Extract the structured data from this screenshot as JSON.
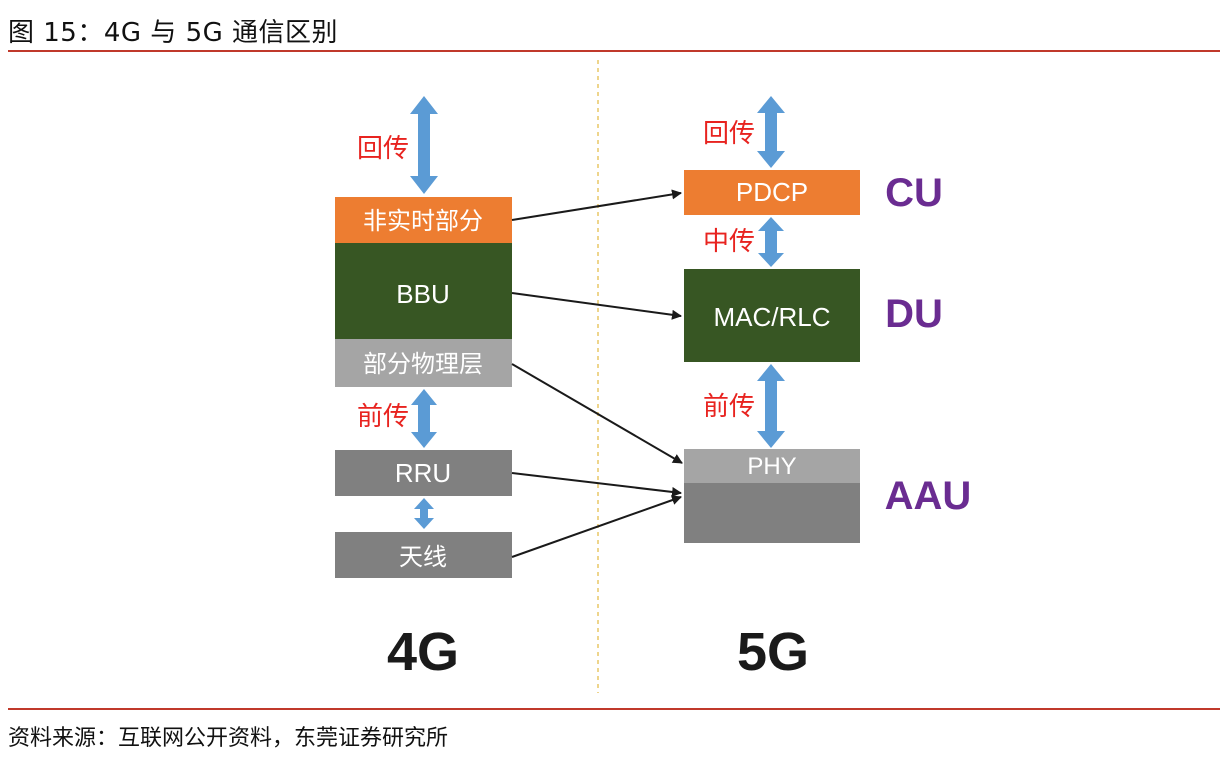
{
  "header": {
    "title": "图 15：4G 与 5G 通信区别"
  },
  "footer": {
    "source": "资料来源：互联网公开资料，东莞证券研究所"
  },
  "colors": {
    "orange": "#ed7d31",
    "dark_green": "#375623",
    "light_gray": "#a5a5a5",
    "mid_gray": "#808080",
    "arrow_blue": "#5b9bd5",
    "red_text": "#e8231f",
    "purple_text": "#6a2c91",
    "rule_red": "#c0392b"
  },
  "diagram": {
    "left": {
      "generation": "4G",
      "backhaul_label": "回传",
      "fronthaul_label": "前传",
      "blocks": {
        "non_realtime": "非实时部分",
        "bbu": "BBU",
        "physical_layer": "部分物理层",
        "rru": "RRU",
        "antenna": "天线"
      }
    },
    "right": {
      "generation": "5G",
      "backhaul_label": "回传",
      "midhaul_label": "中传",
      "fronthaul_label": "前传",
      "blocks": {
        "pdcp": "PDCP",
        "mac_rlc": "MAC/RLC",
        "phy": "PHY"
      },
      "roles": {
        "cu": "CU",
        "du": "DU",
        "aau": "AAU"
      }
    }
  }
}
